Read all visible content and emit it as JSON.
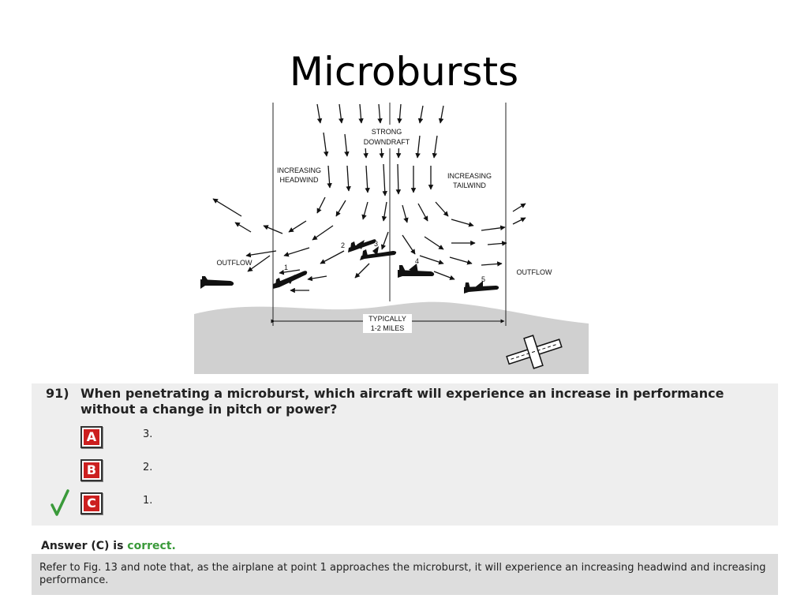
{
  "slide": {
    "title": "Microbursts"
  },
  "figure": {
    "labels": {
      "strong": "STRONG",
      "downdraft": "DOWNDRAFT",
      "increasing_headwind_1": "INCREASING",
      "increasing_headwind_2": "HEADWIND",
      "increasing_tailwind_1": "INCREASING",
      "increasing_tailwind_2": "TAILWIND",
      "outflow_left": "OUTFLOW",
      "outflow_right": "OUTFLOW",
      "typically_1": "TYPICALLY",
      "typically_2": "1-2 MILES",
      "point_1": "1",
      "point_2": "2",
      "point_3": "3",
      "point_4": "4",
      "point_5": "5"
    }
  },
  "question": {
    "number": "91)",
    "text": "When penetrating a microburst, which aircraft will experience an increase in performance without a change in pitch or power?",
    "options": [
      {
        "letter": "A",
        "text": "3."
      },
      {
        "letter": "B",
        "text": "2."
      },
      {
        "letter": "C",
        "text": "1."
      }
    ],
    "selected": "C"
  },
  "answer": {
    "prefix": "Answer (C) is",
    "status": "correct.",
    "explanation": "Refer to Fig. 13 and note that, as the airplane at point 1 approaches the microburst, it will experience an increasing headwind and increasing performance."
  },
  "colors": {
    "letter_red": "#cc1f1f",
    "check_green": "#3a9a3a",
    "question_bg": "#eeeeee",
    "explain_bg": "#dddddd"
  }
}
